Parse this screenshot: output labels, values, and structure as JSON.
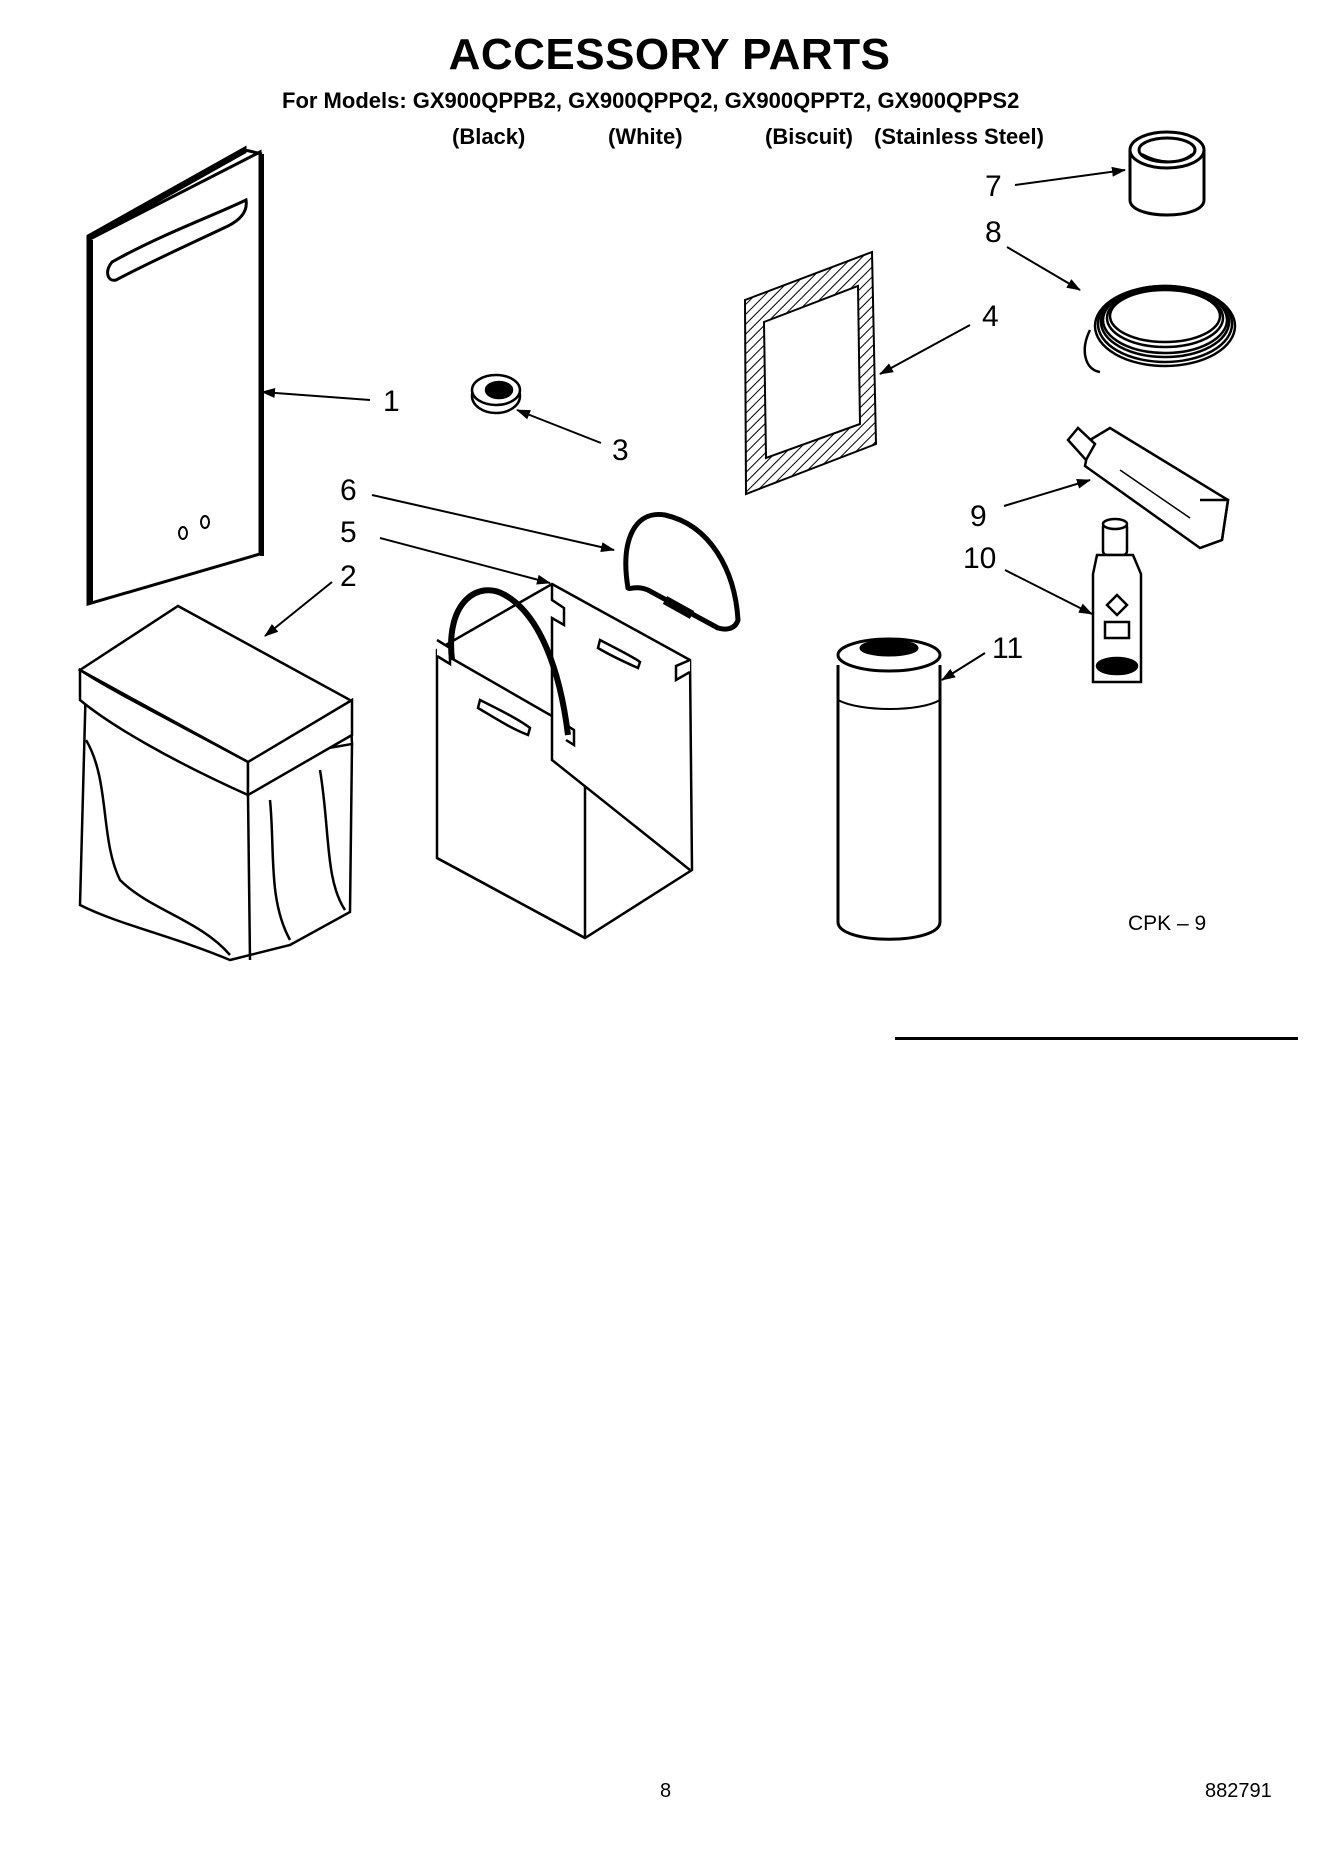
{
  "header": {
    "title": "ACCESSORY PARTS",
    "models_line": "For Models: GX900QPPB2, GX900QPPQ2, GX900QPPT2, GX900QPPS2",
    "colors": [
      "(Black)",
      "(White)",
      "(Biscuit)",
      "(Stainless Steel)"
    ]
  },
  "callouts": [
    "1",
    "2",
    "3",
    "4",
    "5",
    "6",
    "7",
    "8",
    "9",
    "10",
    "11"
  ],
  "diagram_code": "CPK – 9",
  "footer": {
    "page_number": "8",
    "document_number": "882791"
  }
}
